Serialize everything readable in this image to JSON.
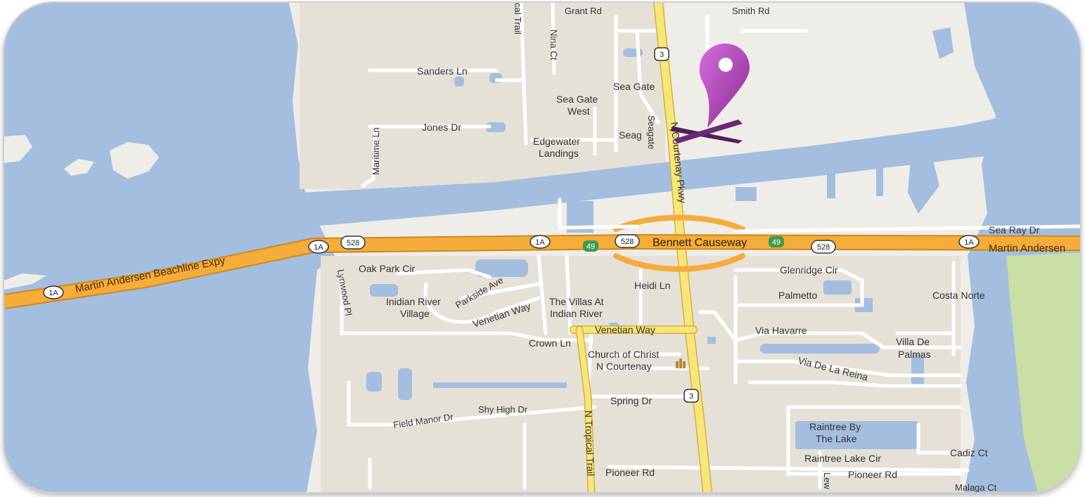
{
  "map": {
    "colors": {
      "water": "#a4bedf",
      "land": "#efede8",
      "residential": "#e6e1d7",
      "park": "#c9dfa6",
      "highway": "#f4ac3b",
      "major_road": "#f8e67a",
      "minor_road": "#ffffff",
      "marker": "#a83fb0",
      "marker_cross": "#4f1f5a"
    },
    "highway_labels": {
      "expy_west": "Martin Andersen Beachline Expy",
      "causeway": "Bennett Causeway",
      "expy_east": "Martin Andersen"
    },
    "shields": {
      "r1a": "1A",
      "r528": "528",
      "r49": "49",
      "r3": "3"
    },
    "streets": {
      "grant": "Grant Rd",
      "smith": "Smith Rd",
      "tropical_trail_top": "cal Trail",
      "nina": "Nina Ct",
      "sanders": "Sanders Ln",
      "jones": "Jones Dr",
      "maritime": "Maritime Ln",
      "courtenay": "N Courtenay Pkwy",
      "seagate_vert": "Seagate",
      "sea_ray": "Sea Ray Dr",
      "oak_park": "Oak Park Cir",
      "lynwood": "Lynwood Pl",
      "parkside": "Parkside Ave",
      "venetian_way_left": "Venetian Way",
      "venetian_way": "Venetian Way",
      "heidi": "Heidi Ln",
      "glenridge": "Glenridge Cir",
      "via_havarre": "Via Havarre",
      "via_de_la_reina": "Via De La Reina",
      "crown": "Crown Ln",
      "spring": "Spring Dr",
      "field_manor": "Field Manor Dr",
      "shy_high": "Shy High Dr",
      "tropical_trail": "N Tropical Trail",
      "pioneer_left": "Pioneer Rd",
      "pioneer_right": "Pioneer Rd",
      "raintree_lake": "Raintree Lake Cir",
      "cadiz": "Cadiz Ct",
      "malaga": "Malaga Ct",
      "lew": "Lew"
    },
    "places": {
      "sea_gate": "Sea Gate",
      "sea_gate_west_1": "Sea Gate",
      "sea_gate_west_2": "West",
      "edgewater_1": "Edgewater",
      "edgewater_2": "Landings",
      "indian_river_village_1": "Inidian River",
      "indian_river_village_2": "Village",
      "villas_1": "The Villas At",
      "villas_2": "Indian River",
      "church_1": "Church of Christ",
      "church_2": "N Courtenay",
      "palmetto": "Palmetto",
      "costa_norte": "Costa Norte",
      "villa_de_palmas_1": "Villa De",
      "villa_de_palmas_2": "Palmas",
      "raintree_by_1": "Raintree By",
      "raintree_by_2": "The Lake"
    },
    "icons": {
      "marker": "map-pin-icon",
      "cross": "location-cross-icon",
      "church": "church-icon"
    }
  }
}
